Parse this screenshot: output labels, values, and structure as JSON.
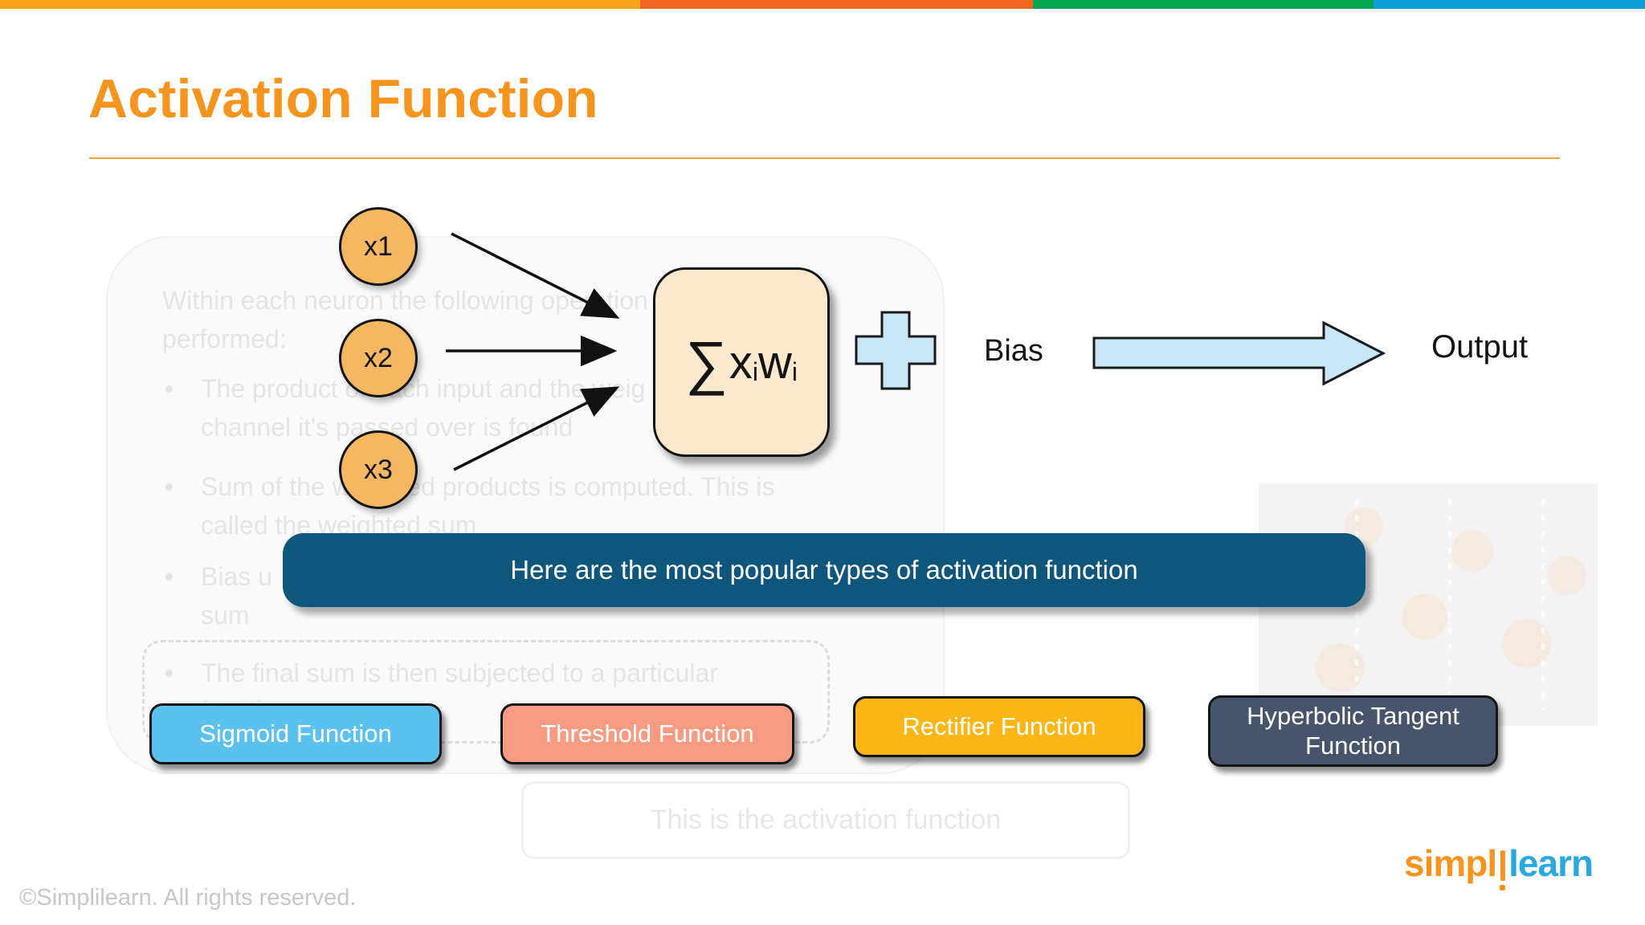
{
  "slide": {
    "title": "Activation Function",
    "copyright": "©Simplilearn. All rights reserved.",
    "logo": {
      "part1": "simpl",
      "part2": "learn"
    }
  },
  "top_bar": {
    "segment_colors": [
      "#F8A41B",
      "#F2671F",
      "#04A451",
      "#0C9ED9"
    ]
  },
  "diagram": {
    "inputs": [
      {
        "label": "x1"
      },
      {
        "label": "x2"
      },
      {
        "label": "x3"
      }
    ],
    "formula": {
      "sigma": "∑",
      "x": "x",
      "x_sub": "i",
      "w": "w",
      "w_sub": "i"
    },
    "bias_label": "Bias",
    "output_label": "Output",
    "node_fill": "#F6B763",
    "sum_box_fill": "#FBE8CD",
    "connector_fill": "#C9E6F7"
  },
  "banner": {
    "text": "Here are the most popular types of activation function",
    "bg": "#0E567B"
  },
  "function_buttons": [
    {
      "label": "Sigmoid Function",
      "bg": "#5BC2F0"
    },
    {
      "label": "Threshold Function",
      "bg": "#F79C82"
    },
    {
      "label": "Rectifier Function",
      "bg": "#FBB615"
    },
    {
      "label": "Hyperbolic Tangent Function",
      "bg": "#46556B"
    }
  ],
  "ghost_content": {
    "intro_line1": "Within each neuron the following operation",
    "intro_line2": "performed:",
    "bullet1_line1": "The product of each input and the weig",
    "bullet1_line2": "channel it's passed over is found",
    "bullet2_line1": "Sum of the weighted products is computed. This is",
    "bullet2_line2": "called the weighted sum",
    "bullet3_line1": "Bias u",
    "bullet3_line2": "sum",
    "dashed_line1": "The final sum is then subjected to a particular",
    "dashed_line2": "function",
    "bottom_note": "This is the activation function"
  }
}
